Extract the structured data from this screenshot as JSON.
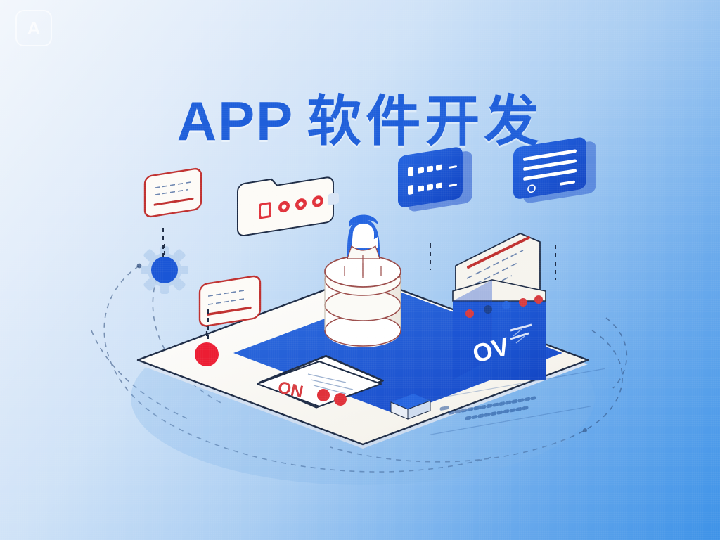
{
  "banner": {
    "title_en": "APP",
    "title_cn": "软件开发",
    "title_color": "#1f5fda",
    "background_from": "#f3f7fc",
    "background_to": "#3d92e8"
  },
  "watermark": {
    "glyph": "A",
    "name": "app-logo-watermark"
  },
  "illustration": {
    "alt": "isometric app development scene",
    "accent_blue": "#1a56d6",
    "accent_red": "#e02b33",
    "platform_color": "#fbfaf5",
    "screen_color": "#1a56d6",
    "folder_label": "OV",
    "card_label": "OV",
    "floating_cards": [
      {
        "name": "red-outline-note-card",
        "style": "outline-red"
      },
      {
        "name": "folder-dots-card",
        "style": "white-folder"
      },
      {
        "name": "red-outline-note-card-2",
        "style": "outline-red"
      },
      {
        "name": "blue-toggle-card",
        "style": "solid-blue"
      },
      {
        "name": "blue-lines-card",
        "style": "solid-blue"
      }
    ],
    "nodes": [
      {
        "name": "gear-node",
        "color": "#1a56d6"
      },
      {
        "name": "red-dot-node",
        "color": "#e02b33"
      }
    ],
    "objects": [
      {
        "name": "database-stack"
      },
      {
        "name": "developer-avatar"
      },
      {
        "name": "blue-book"
      },
      {
        "name": "document-window"
      }
    ],
    "footer_lines": [
      "illegible-placeholder-line-1",
      "illegible-placeholder-line-2"
    ]
  }
}
